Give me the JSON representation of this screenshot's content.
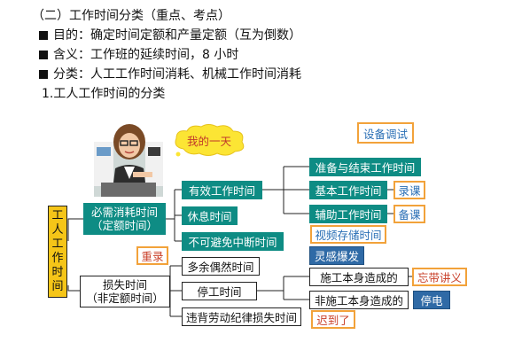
{
  "header": {
    "title": "（二）工作时间分类（重点、考点）",
    "bullets": [
      "目的：确定时间定额和产量定额（互为倒数）",
      "含义：工作班的延续时间，8 小时",
      "分类：人工工作时间消耗、机械工作时间消耗"
    ],
    "section": "1.工人工作时间的分类"
  },
  "cloud": {
    "text": "我的一天"
  },
  "tree": {
    "root": "工人工作时间",
    "necessary": {
      "line1": "必需消耗时间",
      "line2": "（定额时间）"
    },
    "lost": {
      "line1": "损失时间",
      "line2": "（非定额时间）"
    },
    "effective": "有效工作时间",
    "rest": "休息时间",
    "unavoidable": "不可避免中断时间",
    "prep": "准备与结束工作时间",
    "basic": "基本工作时间",
    "aux": "辅助工作时间",
    "extra": "多余偶然时间",
    "stop": "停工时间",
    "violation": "违背劳动纪律损失时间",
    "stop_by_crew": "施工本身造成的",
    "stop_not_crew": "非施工本身造成的"
  },
  "notes": {
    "device": "设备调试",
    "record": "录课",
    "prep_class": "备课",
    "video": "视频存储时间",
    "inspiration": "灵感爆发",
    "redo": "重录",
    "forgot": "忘带讲义",
    "late": "迟到了",
    "power": "停电"
  },
  "colors": {
    "teal": "#0e8c84",
    "root": "#f5c518",
    "note_border": "#f2a23a",
    "blue": "#2f6aa6"
  }
}
